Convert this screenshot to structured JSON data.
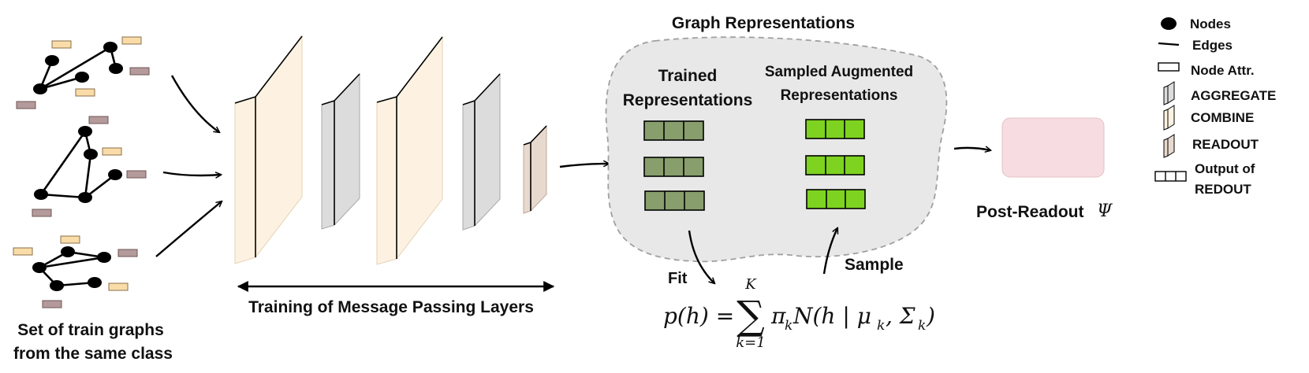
{
  "labels": {
    "train_graphs_line1": "Set of train graphs",
    "train_graphs_line2": "from the same class",
    "training_layers": "Training of Message Passing Layers",
    "graph_representations": "Graph Representations",
    "trained_line1": "Trained",
    "trained_line2": "Representations",
    "sampled_line1": "Sampled Augmented",
    "sampled_line2": "Representations",
    "fit": "Fit",
    "sample": "Sample",
    "post_readout": "Post-Readout",
    "post_readout_symbol": "Ψ"
  },
  "formula": {
    "lhs": "p(h) =",
    "sum_upper": "K",
    "sum_sign": "∑",
    "sum_lower": "k=1",
    "rhs_prefix": "π",
    "rhs_pi_sub": "k",
    "rhs_main": "N(h | μ",
    "rhs_mu_sub": "k",
    "rhs_sep": ", Σ",
    "rhs_sigma_sub": "k",
    "rhs_close": ")"
  },
  "legend": [
    {
      "icon": "node-icon",
      "label": "Nodes"
    },
    {
      "icon": "edge-icon",
      "label": "Edges"
    },
    {
      "icon": "node-attr-icon",
      "label": "Node Attr."
    },
    {
      "icon": "aggregate-icon",
      "label": "AGGREGATE"
    },
    {
      "icon": "combine-icon",
      "label": "COMBINE"
    },
    {
      "icon": "readout-icon",
      "label": "READOUT"
    },
    {
      "icon": "output-icon",
      "label_line1": "Output of",
      "label_line2": "REDOUT"
    }
  ],
  "colors": {
    "combine": "#fdf2e2",
    "aggregate": "#dcdcdc",
    "readout": "#e8d9cf",
    "attr_yellow": "#f9dca8",
    "attr_mauve": "#b49a9a",
    "trained_cells": "#889e6c",
    "sampled_cells": "#7ed321",
    "cloud": "#e8e8e8",
    "post_readout_box": "#f7dde1"
  }
}
